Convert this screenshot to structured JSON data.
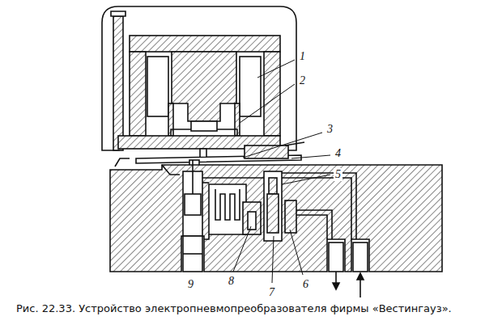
{
  "diagram": {
    "caption": "Рис. 22.33. Устройство электропневмопреобразователя фирмы «Вестингауз».",
    "labels": [
      "1",
      "2",
      "3",
      "4",
      "5",
      "6",
      "7",
      "8",
      "9"
    ]
  }
}
